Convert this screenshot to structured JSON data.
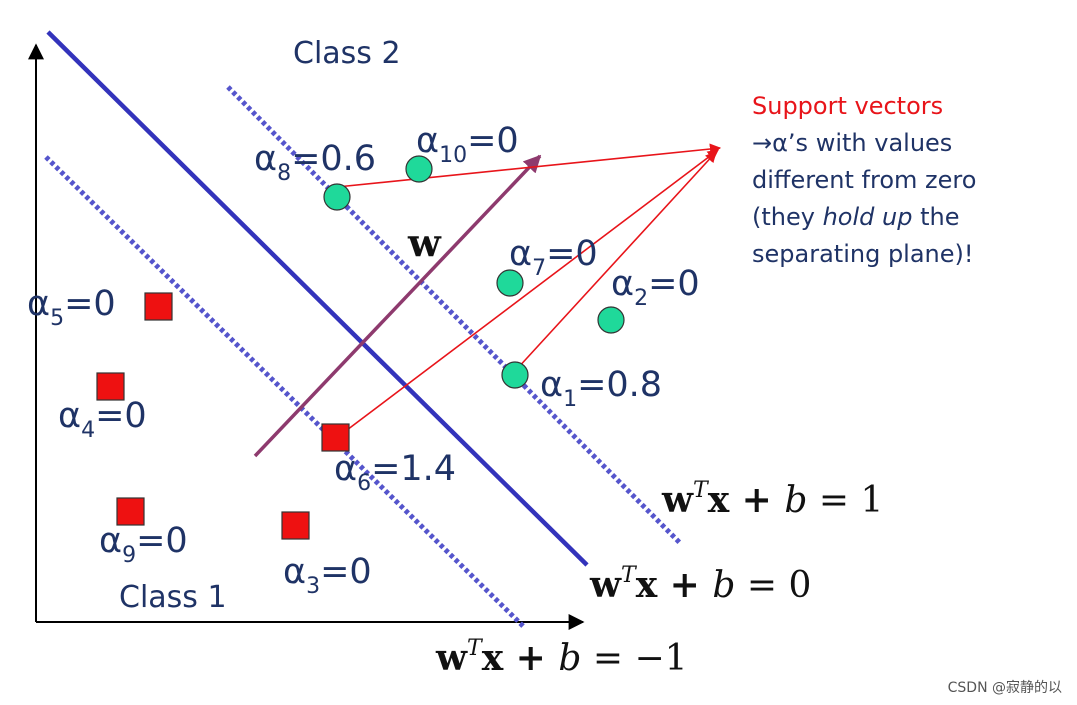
{
  "class_labels": {
    "class2": "Class 2",
    "class1": "Class 1"
  },
  "alpha_symbol": "α",
  "alphas": [
    {
      "sub": "1",
      "value": "=0.8"
    },
    {
      "sub": "2",
      "value": "=0"
    },
    {
      "sub": "3",
      "value": "=0"
    },
    {
      "sub": "4",
      "value": "=0"
    },
    {
      "sub": "5",
      "value": "=0"
    },
    {
      "sub": "6",
      "value": "=1.4"
    },
    {
      "sub": "7",
      "value": "=0"
    },
    {
      "sub": "8",
      "value": "=0.6"
    },
    {
      "sub": "9",
      "value": "=0"
    },
    {
      "sub": "10",
      "value": "=0"
    }
  ],
  "vector_label": "w",
  "equations": {
    "upper": {
      "w": "w",
      "T": "T",
      "rest": "x + ",
      "b": "b",
      "eq": " = 1"
    },
    "middle": {
      "w": "w",
      "T": "T",
      "rest": "x + ",
      "b": "b",
      "eq": " = 0"
    },
    "lower": {
      "w": "w",
      "T": "T",
      "rest": "x + ",
      "b": "b",
      "eq": " = −1"
    }
  },
  "note": {
    "line1": "Support vectors",
    "line2_arrow": "→",
    "line2": "α’s with values",
    "line3": "different from zero",
    "line4_a": "(they ",
    "line4_italic": "hold up",
    "line4_b": " the",
    "line5": "separating plane)!"
  },
  "watermark": "CSDN @寂静的以",
  "colors": {
    "hyperplane": "#3333bb",
    "margin": "#5555cc",
    "vector": "#8e3a6e",
    "arrow": "#e8141a",
    "circle_fill": "#1fd99a",
    "square_fill": "#ee1111",
    "label": "#1f3366",
    "note": "#e8141a"
  }
}
